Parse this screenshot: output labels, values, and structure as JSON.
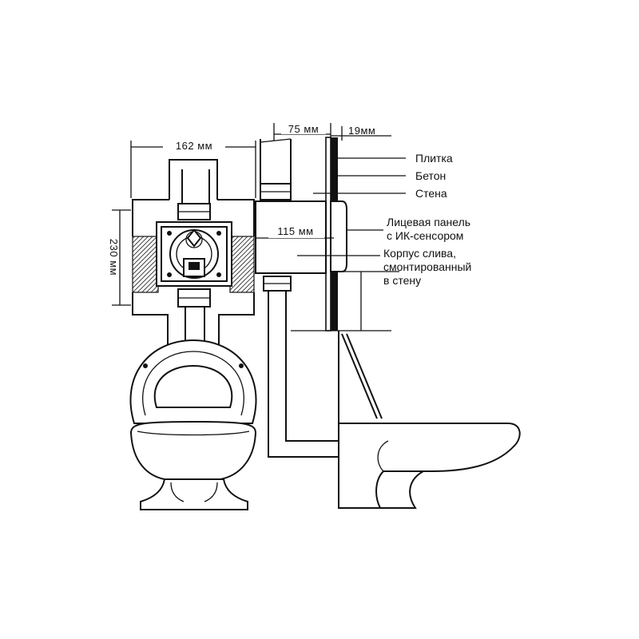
{
  "dimensions": {
    "width_162": "162 мм",
    "height_230": "230 мм",
    "depth_75": "75 мм",
    "tile_19": "19мм",
    "body_115": "115 мм"
  },
  "labels": {
    "tile": "Плитка",
    "concrete": "Бетон",
    "wall": "Стена",
    "panel_line1": "Лицевая панель",
    "panel_line2": "с ИК-сенсором",
    "housing_line1": "Корпус слива,",
    "housing_line2": "смонтированный",
    "housing_line3": "в стену"
  },
  "colors": {
    "line": "#111111",
    "background": "#ffffff"
  }
}
